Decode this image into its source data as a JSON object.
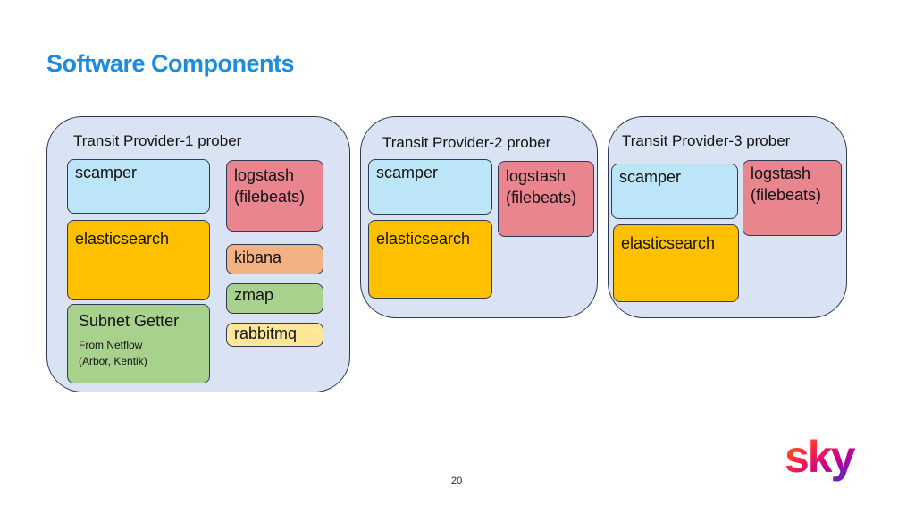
{
  "slide": {
    "title": "Software Components",
    "page_number": "20",
    "logo_text": "sky"
  },
  "groups": [
    {
      "title": "Transit Provider-1 prober",
      "scamper": "scamper",
      "logstash_line1": "logstash",
      "logstash_line2": "(filebeats)",
      "elasticsearch": "elasticsearch",
      "kibana": "kibana",
      "zmap": "zmap",
      "rabbitmq": "rabbitmq",
      "subnet_getter": {
        "title": "Subnet Getter",
        "desc_line1": "From Netflow",
        "desc_line2": "(Arbor, Kentik)"
      }
    },
    {
      "title": "Transit Provider-2 prober",
      "scamper": "scamper",
      "logstash_line1": "logstash",
      "logstash_line2": "(filebeats)",
      "elasticsearch": "elasticsearch"
    },
    {
      "title": "Transit Provider-3 prober",
      "scamper": "scamper",
      "logstash_line1": "logstash",
      "logstash_line2": "(filebeats)",
      "elasticsearch": "elasticsearch"
    }
  ],
  "colors": {
    "title": "#1a8ce0",
    "group_bg": "#dae3f3",
    "scamper": "#bde5f8",
    "logstash": "#e8858f",
    "elasticsearch": "#ffc000",
    "kibana": "#f4b183",
    "zmap": "#a9d18e",
    "rabbitmq": "#ffe699",
    "subnet_getter": "#a9d18e"
  }
}
